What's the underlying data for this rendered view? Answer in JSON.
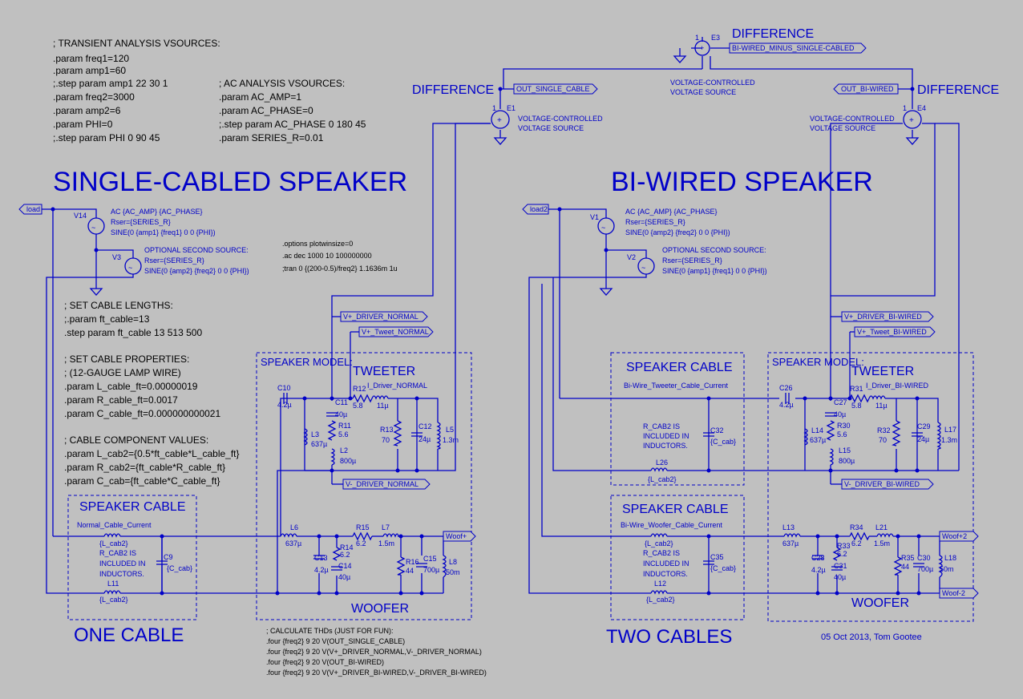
{
  "directives_left": [
    "; TRANSIENT ANALYSIS VSOURCES:",
    ".param freq1=120",
    ".param amp1=60",
    ";.step param amp1 22 30 1",
    ".param freq2=3000",
    ".param amp2=6",
    ".param PHI=0",
    ";.step param PHI 0 90 45"
  ],
  "directives_ac": [
    "; AC ANALYSIS VSOURCES:",
    ".param AC_AMP=1",
    ".param AC_PHASE=0",
    ";.step param AC_PHASE 0 180 45",
    ".param SERIES_R=0.01"
  ],
  "directives_options": [
    ".options plotwinsize=0",
    ".ac dec 1000 10 100000000",
    ";tran 0 {(200-0.5)/freq2} 1.1636m 1u"
  ],
  "directives_cable": [
    "; SET CABLE LENGTHS:",
    ";.param ft_cable=13",
    ".step param ft_cable 13 513 500",
    "",
    "; SET CABLE PROPERTIES:",
    "; (12-GAUGE LAMP WIRE)",
    ".param L_cable_ft=0.00000019",
    ".param R_cable_ft=0.0017",
    ".param C_cable_ft=0.000000000021",
    "",
    "; CABLE COMPONENT VALUES:",
    ".param L_cab2={0.5*ft_cable*L_cable_ft}",
    ".param R_cab2={ft_cable*R_cable_ft}",
    ".param C_cab={ft_cable*C_cable_ft}"
  ],
  "directives_four": [
    "; CALCULATE THDs (JUST FOR FUN):",
    ".four {freq2} 9 20 V(OUT_SINGLE_CABLE)",
    ".four {freq2} 9 20 V(V+_DRIVER_NORMAL,V-_DRIVER_NORMAL)",
    ".four {freq2} 9 20 V(OUT_BI-WIRED)",
    ".four {freq2} 9 20 V(V+_DRIVER_BI-WIRED,V-_DRIVER_BI-WIRED)"
  ],
  "titles": {
    "single": "SINGLE-CABLED SPEAKER",
    "biwired": "BI-WIRED SPEAKER",
    "one_cable": "ONE CABLE",
    "two_cables": "TWO CABLES",
    "difference": "DIFFERENCE",
    "speaker_cable": "SPEAKER CABLE",
    "speaker_model": "SPEAKER MODEL:",
    "tweeter": "TWEETER",
    "woofer": "WOOFER",
    "vcvs": "VOLTAGE-CONTROLLED VOLTAGE SOURCE",
    "vcvs_l1": "VOLTAGE-CONTROLLED",
    "vcvs_l2": "VOLTAGE SOURCE",
    "credit": "05 Oct 2013, Tom Gootee"
  },
  "net_labels": {
    "load": "load",
    "load2": "load2",
    "out_single": "OUT_SINGLE_CABLE",
    "out_bi": "OUT_BI-WIRED",
    "bi_minus_single": "BI-WIRED_MINUS_SINGLE-CABLED",
    "vp_normal": "V+_DRIVER_NORMAL",
    "vpt_normal": "V+_Tweet_NORMAL",
    "vm_normal": "V-_DRIVER_NORMAL",
    "vp_bi": "V+_DRIVER_BI-WIRED",
    "vpt_bi": "V+_Tweet_BI-WIRED",
    "vm_bi": "V-_DRIVER_BI-WIRED",
    "woofp": "Woof+",
    "woofp2": "Woof+2",
    "woofm2": "Woof-2"
  },
  "sources": {
    "v14": {
      "name": "V14",
      "l1": "AC {AC_AMP} {AC_PHASE}",
      "l2": "Rser={SERIES_R}",
      "l3": "SINE(0 {amp1} {freq1} 0 0 {PHI})"
    },
    "v3": {
      "name": "V3",
      "l0": "OPTIONAL SECOND SOURCE:",
      "l1": "Rser={SERIES_R}",
      "l2": "SINE(0 {amp2} {freq2} 0 0 {PHI})"
    },
    "v1": {
      "name": "V1",
      "l1": "AC {AC_AMP} {AC_PHASE}",
      "l2": "Rser={SERIES_R}",
      "l3": "SINE(0 {amp2} {freq2} 0 0 {PHI})"
    },
    "v2": {
      "name": "V2",
      "l0": "OPTIONAL SECOND SOURCE:",
      "l1": "Rser={SERIES_R}",
      "l2": "SINE(0 {amp1} {freq1} 0 0 {PHI})"
    },
    "e1": "E1",
    "e3": "E3",
    "e4": "E4",
    "e_gain": "1"
  },
  "currents": {
    "normal_cable": "Normal_Cable_Current",
    "i_driver_normal": "I_Driver_NORMAL",
    "bi_tweeter_cable": "Bi-Wire_Tweeter_Cable_Current",
    "bi_woofer_cable": "Bi-Wire_Woofer_Cable_Current",
    "i_driver_bi": "I_Driver_BI-WIRED"
  },
  "components": {
    "L11": "L11",
    "L_cab2": "{L_cab2}",
    "C9": "C9",
    "C_cab": "{C_cab}",
    "rcab_note": [
      "R_CAB2 IS",
      "INCLUDED IN",
      "INDUCTORS."
    ],
    "C10": "C10",
    "C10v": "4.2µ",
    "C11": "C11",
    "C11v": "40µ",
    "R11": "R11",
    "R11v": "5.6",
    "L2": "L2",
    "L2v": "800µ",
    "L3": "L3",
    "L3v": "637µ",
    "R12": "R12",
    "R12v": "5.8",
    "L4v": "11µ",
    "R13": "R13",
    "R13v": "70",
    "C12": "C12",
    "C12v": "24µ",
    "L5": "L5",
    "L5v": "1.3m",
    "L6": "L6",
    "L6v": "637µ",
    "R15": "R15",
    "R15v": "6.2",
    "L7": "L7",
    "L7v": "1.5m",
    "C13": "C13",
    "C13v": "4.2µ",
    "R14": "R14",
    "R14v": "6.2",
    "C14": "C14",
    "C14v": "40µ",
    "R16": "R16",
    "R16v": "44",
    "C15": "C15",
    "C15v": "700µ",
    "L8": "L8",
    "L8v": "50m",
    "L26": "L26",
    "C32": "C32",
    "L12": "L12",
    "C35": "C35",
    "C26": "C26",
    "C26v": "4.2µ",
    "C27": "C27",
    "C27v": "40µ",
    "R30": "R30",
    "R30v": "5.6",
    "L15": "L15",
    "L15v": "800µ",
    "L14": "L14",
    "L14v": "637µ",
    "R31": "R31",
    "R31v": "5.8",
    "R32": "R32",
    "R32v": "70",
    "C29": "C29",
    "C29v": "24µ",
    "L17": "L17",
    "L17v": "1.3m",
    "L13": "L13",
    "L13v": "637µ",
    "R34": "R34",
    "R34v": "6.2",
    "L21": "L21",
    "L21v": "1.5m",
    "C28": "C28",
    "C28v": "4.2µ",
    "R33": "R33",
    "R33v": "6.2",
    "C31": "C31",
    "C31v": "40µ",
    "R35": "R35",
    "R35v": "44",
    "C30": "C30",
    "C30v": "700µ",
    "L18": "L18",
    "L18v": "50m"
  },
  "colors": {
    "background": "#c0c0c0",
    "wire": "#0000c8",
    "text": "#000000"
  }
}
